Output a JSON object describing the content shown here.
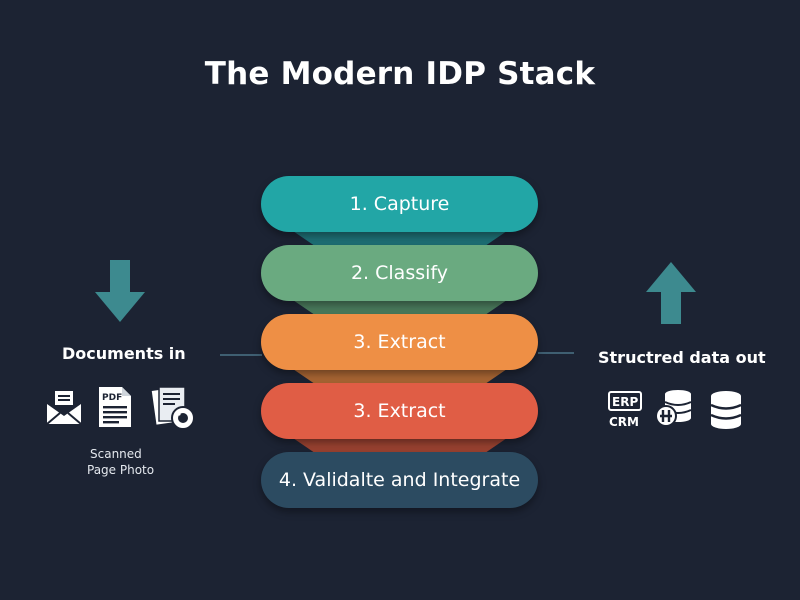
{
  "title": "The Modern IDP Stack",
  "stages": [
    {
      "label": "1. Capture",
      "color": "#22a6a6"
    },
    {
      "label": "2. Classify",
      "color": "#6aaa80"
    },
    {
      "label": "3. Extract",
      "color": "#ee8f45"
    },
    {
      "label": "3. Extract",
      "color": "#e05d45"
    },
    {
      "label": "4. Validalte and Integrate",
      "color": "#2c4b61"
    }
  ],
  "left": {
    "label": "Documents in",
    "caption_line1": "Scanned",
    "caption_line2": "Page Photo",
    "icons": [
      "envelope-icon",
      "pdf-document-icon",
      "scanned-photo-icon"
    ]
  },
  "right": {
    "label": "Structred data out",
    "erp_label": "ERP",
    "crm_label": "CRM",
    "icons": [
      "erp-crm-icon",
      "database-plug-icon",
      "database-icon"
    ]
  },
  "colors": {
    "background": "#1c2333",
    "arrow": "#3d8a8f",
    "connector": "#3f5f72"
  }
}
